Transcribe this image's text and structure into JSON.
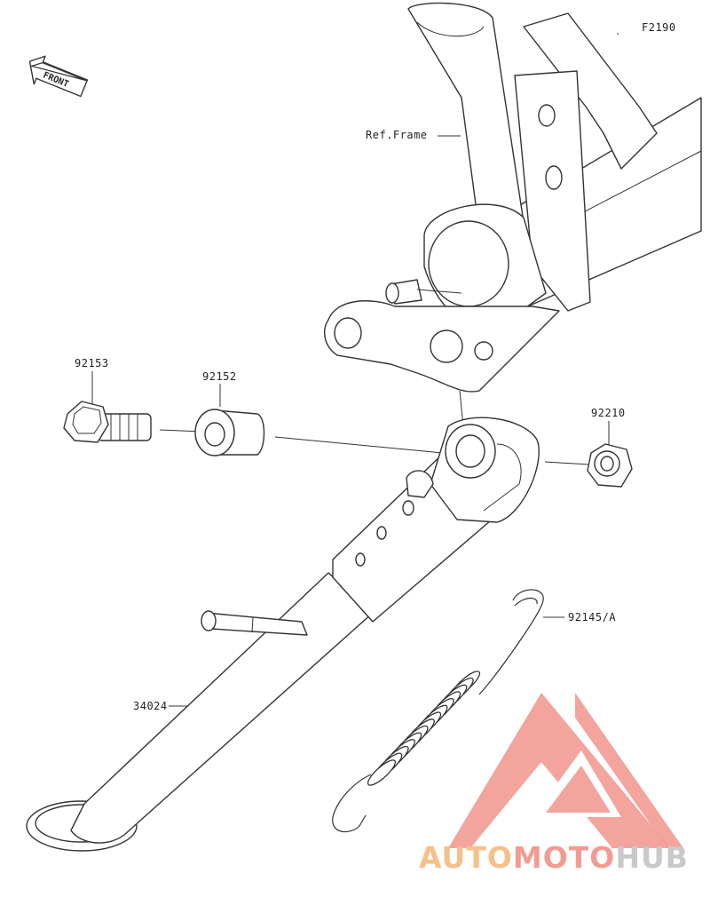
{
  "figure_code": "F2190",
  "front_badge": "FRONT",
  "labels": {
    "ref_frame": "Ref.Frame",
    "bolt": "92153",
    "collar": "92152",
    "nut": "92210",
    "spring": "92145/A",
    "stand": "34024"
  },
  "watermark": {
    "part1": "AUTO",
    "part2": "MOTO",
    "part3": "HUB",
    "colors": {
      "part1": "#f6c08a",
      "part2": "#f39b93",
      "part3": "#c9c9c9",
      "logo": "#f19a92"
    }
  }
}
